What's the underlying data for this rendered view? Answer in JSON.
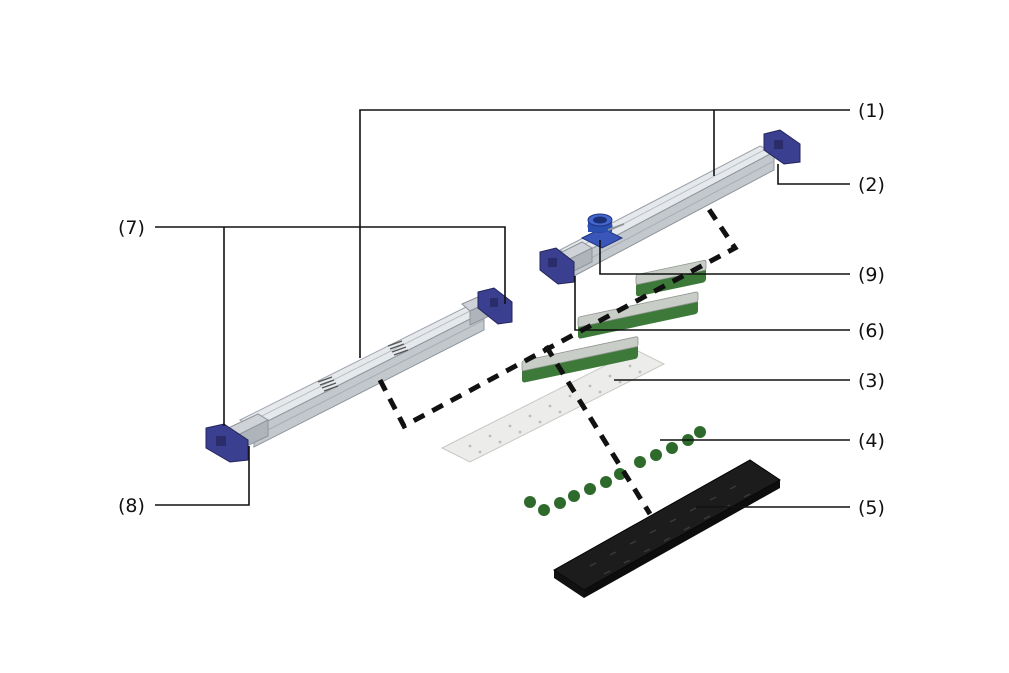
{
  "callouts": {
    "c1": "(1)",
    "c2": "(2)",
    "c3": "(3)",
    "c4": "(4)",
    "c5": "(5)",
    "c6": "(6)",
    "c7": "(7)",
    "c8": "(8)",
    "c9": "(9)"
  },
  "colors": {
    "rail_body": "#d9dde1",
    "rail_shadow": "#9aa1a8",
    "end_cap": "#3b3f8f",
    "mount_ring": "#2b4fb0",
    "perforated_strip": "#ececea",
    "roller_green": "#3d7a3a",
    "roller_block": "#c9cdc8",
    "rubber_pad": "#1c1c1c",
    "line": "#111111"
  }
}
